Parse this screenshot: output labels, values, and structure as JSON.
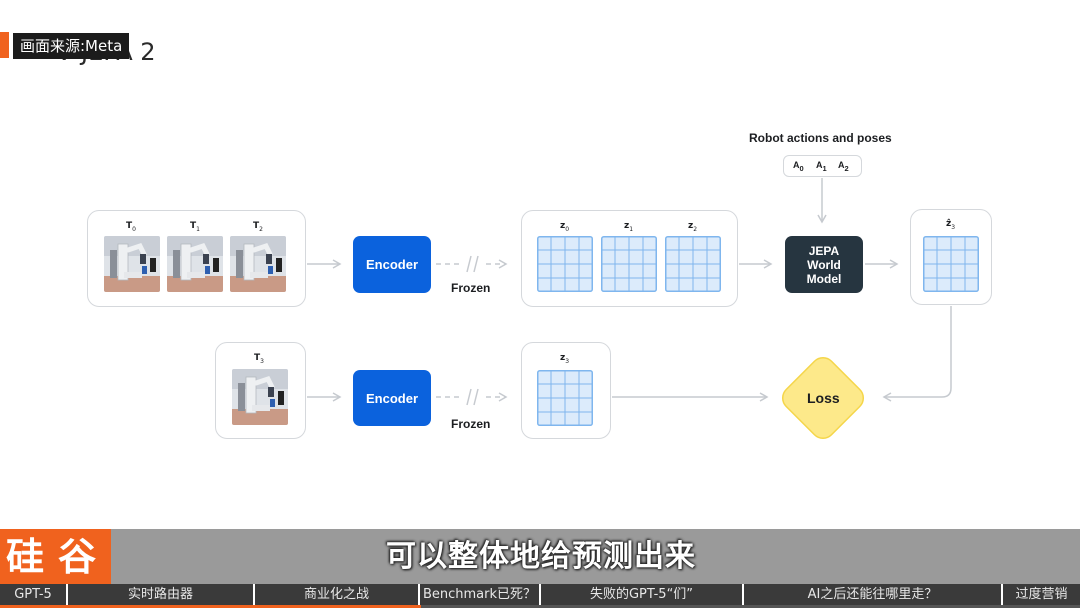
{
  "source_tag": "画面来源:Meta",
  "slide_title": "V-JEPA 2",
  "diagram": {
    "actions_title": "Robot actions and poses",
    "actions": [
      {
        "base": "A",
        "sub": "0"
      },
      {
        "base": "A",
        "sub": "1"
      },
      {
        "base": "A",
        "sub": "2"
      }
    ],
    "context_frames": [
      {
        "base": "T",
        "sub": "0"
      },
      {
        "base": "T",
        "sub": "1"
      },
      {
        "base": "T",
        "sub": "2"
      }
    ],
    "target_frame": {
      "base": "T",
      "sub": "3"
    },
    "context_embeddings": [
      {
        "base": "z",
        "sub": "0"
      },
      {
        "base": "z",
        "sub": "1"
      },
      {
        "base": "z",
        "sub": "2"
      }
    ],
    "target_embedding": {
      "base": "z",
      "sub": "3"
    },
    "predicted_embedding": {
      "base": "ẑ",
      "sub": "3"
    },
    "encoder_label": "Encoder",
    "frozen_label": "Frozen",
    "jepa_label": "JEPA World Model",
    "loss_label": "Loss",
    "colors": {
      "encoder": "#0b62dd",
      "jepa": "#263540",
      "loss": "#fde98a",
      "grid": "#7fb6ee",
      "grid_fill": "#dcebfb"
    }
  },
  "logo": {
    "glyphs": [
      "硅",
      "谷"
    ],
    "color": "#f0621e"
  },
  "subtitle": "可以整体地给预测出来",
  "chapters": [
    "GPT-5",
    "实时路由器",
    "商业化之战",
    "Benchmark已死？",
    "失败的GPT-5“们”",
    "AI之后还能往哪里走？",
    "过度营销"
  ],
  "progress": 0.39
}
